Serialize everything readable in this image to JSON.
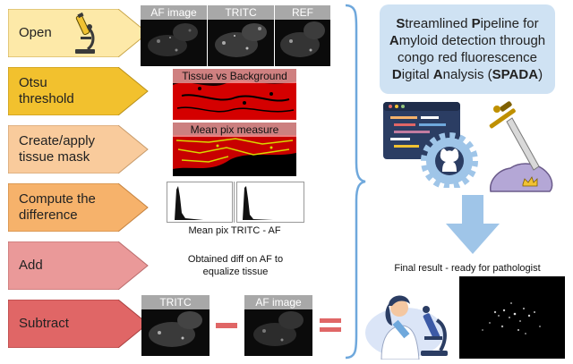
{
  "steps": [
    {
      "label": "Open",
      "color": "#fde9a8"
    },
    {
      "label": "Otsu\nthreshold",
      "color": "#f2c12e"
    },
    {
      "label": "Create/apply\ntissue mask",
      "color": "#f9cb9c"
    },
    {
      "label": "Compute the\ndifference",
      "color": "#f6b26b"
    },
    {
      "label": "Add",
      "color": "#ea9999"
    },
    {
      "label": "Subtract",
      "color": "#e06666"
    }
  ],
  "images": {
    "af_image": "AF image",
    "tritc": "TRITC",
    "ref": "REF",
    "tissue_vs_background": "Tissue vs Background",
    "mean_pix_measure": "Mean pix measure",
    "mean_pix_tritc_af": "Mean pix TRITC - AF",
    "obtained_diff": "Obtained diff on AF to\nequalize tissue",
    "subtract_tritc": "TRITC",
    "subtract_af": "AF image"
  },
  "title": {
    "w1_initial": "S",
    "w1_rest": "treamlined ",
    "w2_initial": "P",
    "w2_rest": "ipeline for",
    "w3_initial": "A",
    "w3_rest": "myloid detection through",
    "line3": "congo red fluorescence",
    "w4_initial": "D",
    "w4_rest": "igital ",
    "w5_initial": "A",
    "w5_rest": "nalysis (",
    "acronym": "SPADA",
    "close": ")"
  },
  "final_result": "Final result - ready for pathologist",
  "colors": {
    "accent_blue": "#6fa8dc",
    "operator_red": "#e06666",
    "mask_red": "#d40000"
  },
  "icons": [
    "microscope-icon",
    "code-window-icon",
    "github-gear-icon",
    "sword-in-stone-icon",
    "scientist-microscope-icon"
  ]
}
